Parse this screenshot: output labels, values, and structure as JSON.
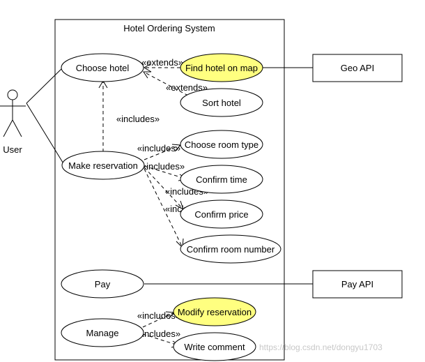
{
  "system": {
    "title": "Hotel Ordering System"
  },
  "actors": {
    "user": "User"
  },
  "use_cases": {
    "choose_hotel": "Choose hotel",
    "find_hotel_on_map": "Find hotel on map",
    "sort_hotel": "Sort hotel",
    "make_reservation": "Make reservation",
    "choose_room_type": "Choose room type",
    "confirm_time": "Confirm time",
    "confirm_price": "Confirm price",
    "confirm_room_number": "Confirm room number",
    "pay": "Pay",
    "manage": "Manage",
    "modify_reservation": "Modify reservation",
    "write_comment": "Write comment"
  },
  "external_systems": {
    "geo_api": "Geo API",
    "pay_api": "Pay API"
  },
  "relations": {
    "extends_map": "«extends»",
    "extends_sort": "«extends»",
    "includes_choose_hotel": "«includes»",
    "includes_room_type": "«includes»",
    "includes_time": "«includes»",
    "includes_price": "«includes»",
    "includes_room_number": "«includes»",
    "includes_modify": "«includes»",
    "includes_comment": "«includes»"
  },
  "colors": {
    "highlight": "#ffff80",
    "line": "#000000",
    "background": "#ffffff"
  },
  "watermark": "https://blog.csdn.net/dongyu1703"
}
